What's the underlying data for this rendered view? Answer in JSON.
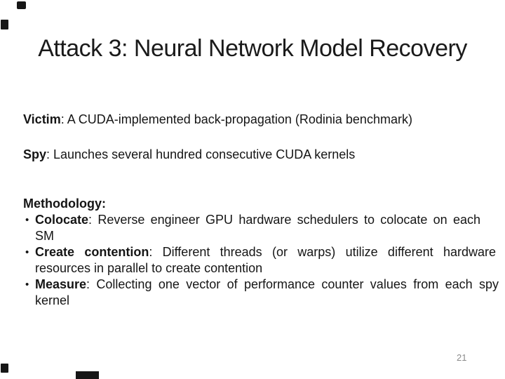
{
  "slide": {
    "title": "Attack 3: Neural Network Model Recovery",
    "victim": {
      "label": "Victim",
      "text": ": A CUDA-implemented back-propagation (Rodinia benchmark)"
    },
    "spy": {
      "label": "Spy",
      "text": ": Launches several hundred consecutive CUDA kernels"
    },
    "methodology": {
      "label": "Methodology:",
      "bullet_char": "•",
      "bullets": [
        {
          "label": "Colocate",
          "text": ": Reverse engineer GPU hardware schedulers to colocate on each",
          "line2": "SM"
        },
        {
          "label": "Create contention",
          "text": ": Different threads (or warps) utilize different hardware",
          "line2": "resources in parallel to create contention"
        },
        {
          "label": "Measure",
          "text": ": Collecting one vector of performance counter values from each spy",
          "line2": "kernel"
        }
      ]
    },
    "page_number": "21",
    "colors": {
      "text": "#151515",
      "title": "#1a1a1a",
      "page_number": "#8a8a8a",
      "background": "#ffffff",
      "artifact": "#161616"
    }
  }
}
